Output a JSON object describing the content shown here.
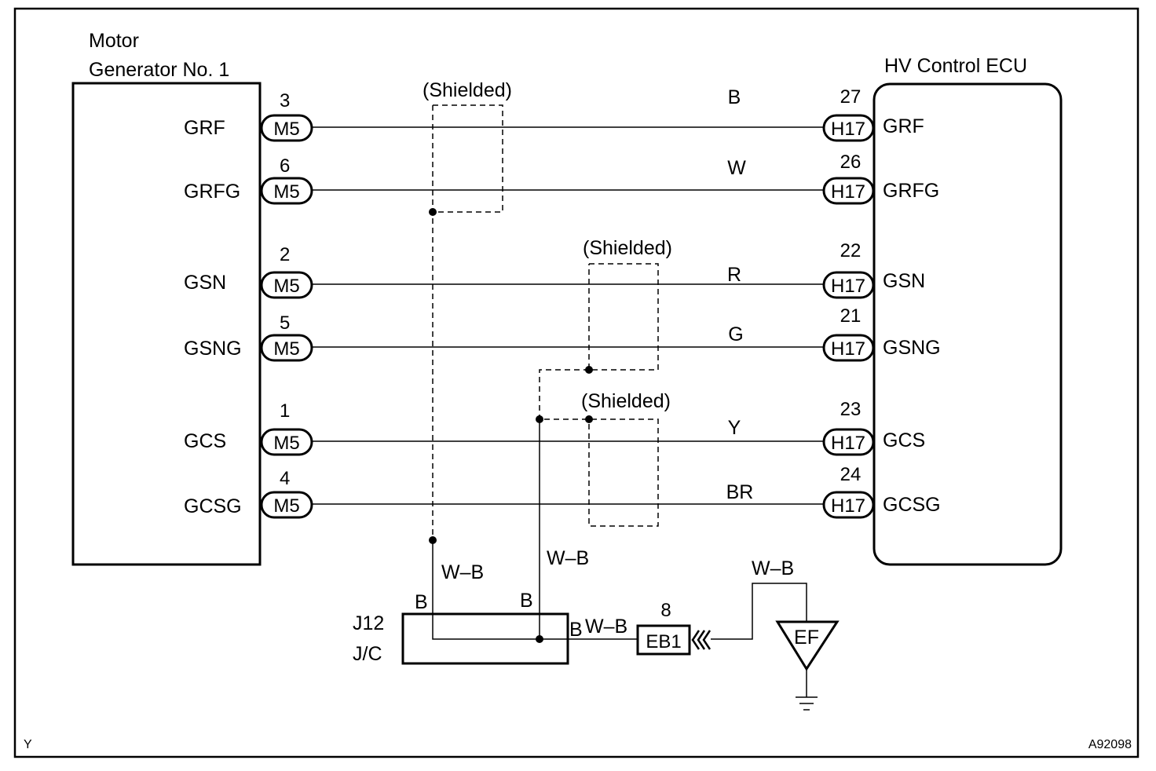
{
  "motor_generator": {
    "title_line1": "Motor",
    "title_line2": "Generator No. 1"
  },
  "ecu": {
    "title": "HV Control ECU"
  },
  "shield_labels": [
    "(Shielded)",
    "(Shielded)",
    "(Shielded)"
  ],
  "signals": [
    {
      "left_terminal": "GRF",
      "left_pin": "3",
      "left_connector": "M5",
      "wire_color": "B",
      "right_pin": "27",
      "right_connector": "H17",
      "right_terminal": "GRF"
    },
    {
      "left_terminal": "GRFG",
      "left_pin": "6",
      "left_connector": "M5",
      "wire_color": "W",
      "right_pin": "26",
      "right_connector": "H17",
      "right_terminal": "GRFG"
    },
    {
      "left_terminal": "GSN",
      "left_pin": "2",
      "left_connector": "M5",
      "wire_color": "R",
      "right_pin": "22",
      "right_connector": "H17",
      "right_terminal": "GSN"
    },
    {
      "left_terminal": "GSNG",
      "left_pin": "5",
      "left_connector": "M5",
      "wire_color": "G",
      "right_pin": "21",
      "right_connector": "H17",
      "right_terminal": "GSNG"
    },
    {
      "left_terminal": "GCS",
      "left_pin": "1",
      "left_connector": "M5",
      "wire_color": "Y",
      "right_pin": "23",
      "right_connector": "H17",
      "right_terminal": "GCS"
    },
    {
      "left_terminal": "GCSG",
      "left_pin": "4",
      "left_connector": "M5",
      "wire_color": "BR",
      "right_pin": "24",
      "right_connector": "H17",
      "right_terminal": "GCSG"
    }
  ],
  "ground": {
    "jc_label1": "J12",
    "jc_label2": "J/C",
    "jc_pin_b1": "B",
    "jc_pin_b2": "B",
    "jc_pin_b3": "B",
    "wire1": "W–B",
    "wire2": "W–B",
    "wire3": "W–B",
    "wire4": "W–B",
    "eb_pin": "8",
    "eb_connector": "EB1",
    "ground_point": "EF"
  },
  "corner": {
    "left": "Y",
    "right": "A92098"
  }
}
